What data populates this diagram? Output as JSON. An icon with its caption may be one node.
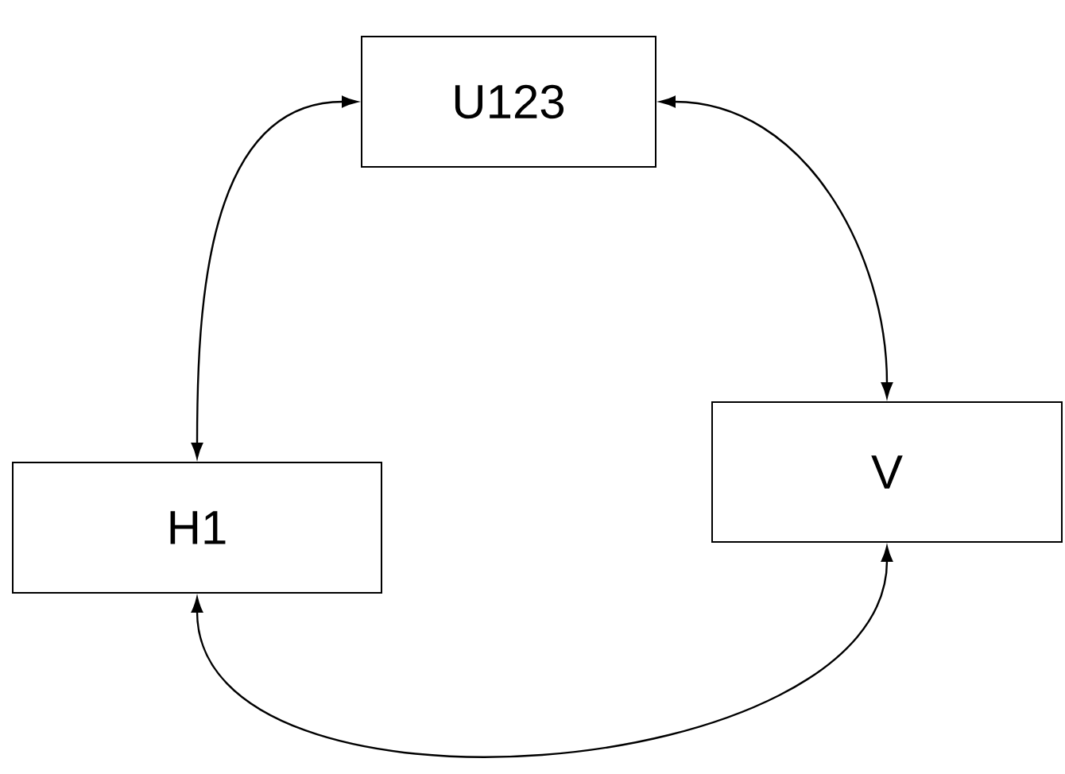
{
  "diagram": {
    "nodes": [
      {
        "text": [
          "U123"
        ]
      },
      {
        "text": [
          "H1"
        ]
      },
      {
        "text": [
          "V"
        ]
      }
    ],
    "edges": [
      {
        "from": 0,
        "to": 1,
        "arrow": "both"
      },
      {
        "from": 0,
        "to": 2,
        "arrow": "both"
      },
      {
        "from": 1,
        "to": 2,
        "arrow": "both"
      }
    ]
  }
}
